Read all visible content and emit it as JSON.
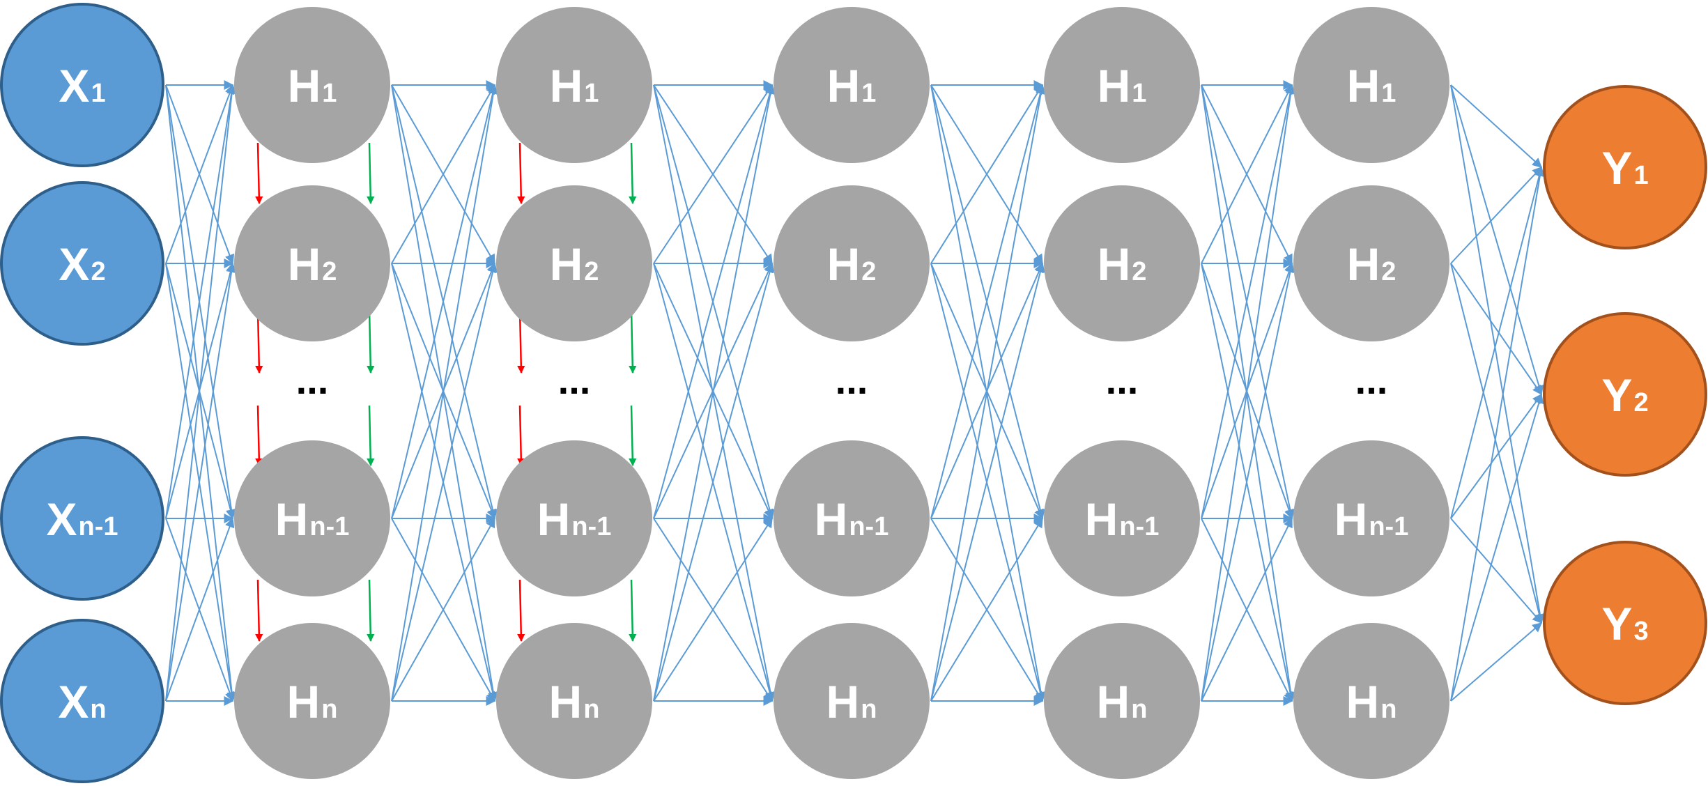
{
  "colors": {
    "input_fill": "#5b9bd5",
    "input_stroke": "#2e5f8a",
    "hidden_fill": "#a5a5a5",
    "output_fill": "#ed7d31",
    "output_stroke": "#a3511c",
    "connection": "#5b9bd5",
    "arrow_red": "#ff0000",
    "arrow_green": "#00b050"
  },
  "input_layer": {
    "nodes": [
      {
        "main": "X",
        "sub": "1"
      },
      {
        "main": "X",
        "sub": "2"
      },
      {
        "main": "X",
        "sub": "n-1"
      },
      {
        "main": "X",
        "sub": "n"
      }
    ]
  },
  "hidden_layers": [
    {
      "nodes": [
        {
          "main": "H",
          "sub": "1"
        },
        {
          "main": "H",
          "sub": "2"
        },
        {
          "main": "H",
          "sub": "n-1"
        },
        {
          "main": "H",
          "sub": "n"
        }
      ],
      "ellipsis": "..."
    },
    {
      "nodes": [
        {
          "main": "H",
          "sub": "1"
        },
        {
          "main": "H",
          "sub": "2"
        },
        {
          "main": "H",
          "sub": "n-1"
        },
        {
          "main": "H",
          "sub": "n"
        }
      ],
      "ellipsis": "..."
    },
    {
      "nodes": [
        {
          "main": "H",
          "sub": "1"
        },
        {
          "main": "H",
          "sub": "2"
        },
        {
          "main": "H",
          "sub": "n-1"
        },
        {
          "main": "H",
          "sub": "n"
        }
      ],
      "ellipsis": "..."
    },
    {
      "nodes": [
        {
          "main": "H",
          "sub": "1"
        },
        {
          "main": "H",
          "sub": "2"
        },
        {
          "main": "H",
          "sub": "n-1"
        },
        {
          "main": "H",
          "sub": "n"
        }
      ],
      "ellipsis": "..."
    },
    {
      "nodes": [
        {
          "main": "H",
          "sub": "1"
        },
        {
          "main": "H",
          "sub": "2"
        },
        {
          "main": "H",
          "sub": "n-1"
        },
        {
          "main": "H",
          "sub": "n"
        }
      ],
      "ellipsis": "..."
    }
  ],
  "output_layer": {
    "nodes": [
      {
        "main": "Y",
        "sub": "1"
      },
      {
        "main": "Y",
        "sub": "2"
      },
      {
        "main": "Y",
        "sub": "3"
      }
    ]
  },
  "intra_layer_arrows": {
    "layers_with_arrows": [
      0,
      1
    ],
    "colors": [
      "arrow_red",
      "arrow_green"
    ]
  }
}
